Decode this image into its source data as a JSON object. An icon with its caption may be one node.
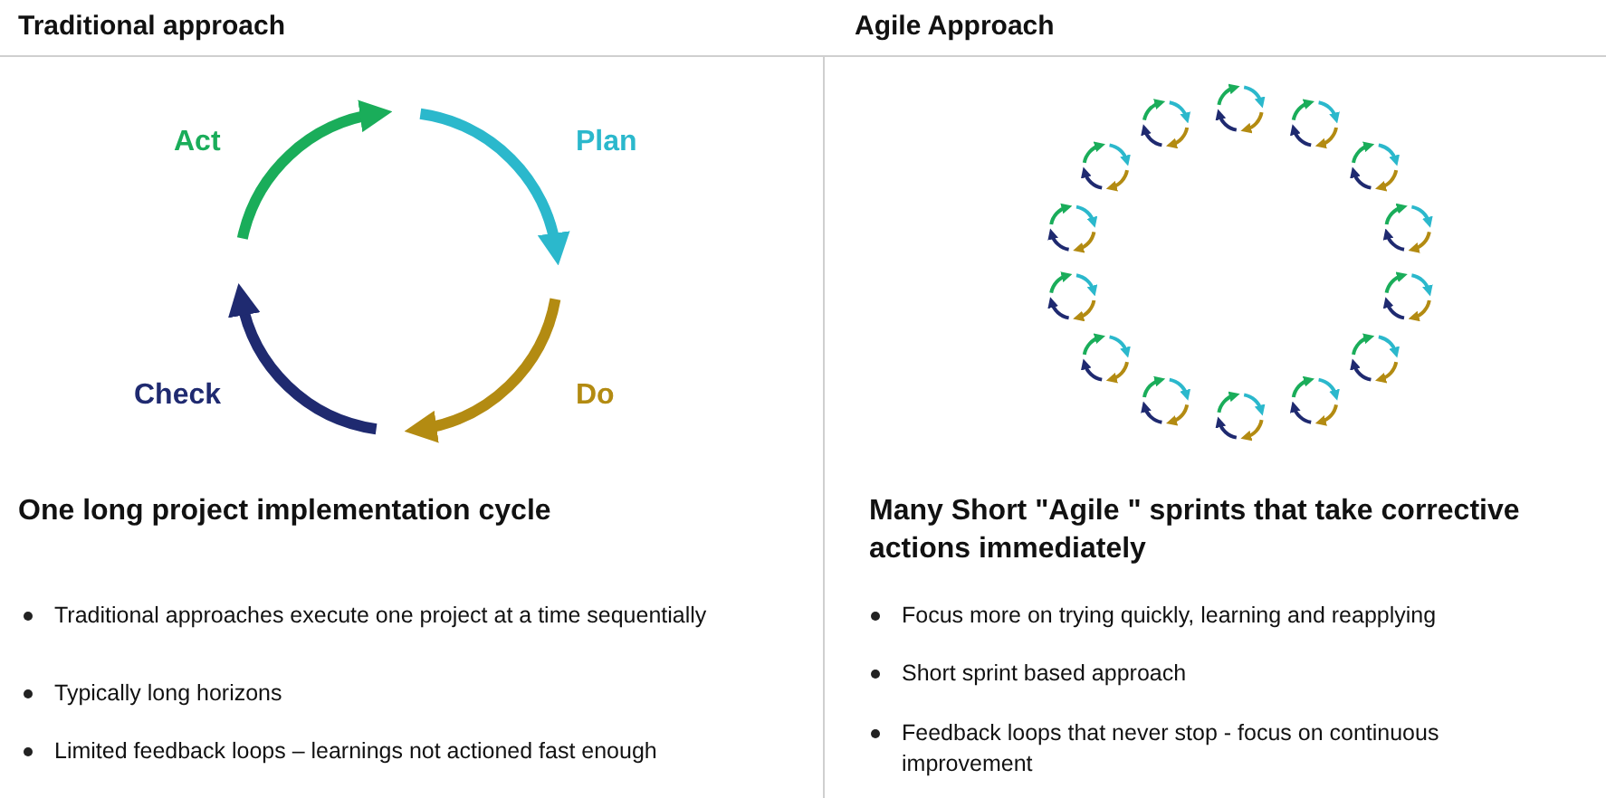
{
  "diagram": {
    "labels": [
      "Traditional approach",
      "Agile Approach",
      "Act",
      "Plan",
      "Check",
      "Do",
      "One long project implementation cycle",
      "Traditional approaches execute one project at a time sequentially",
      "Typically long horizons",
      "Limited feedback loops – learnings not actioned fast enough",
      "Many Short \"Agile \" sprints that take corrective actions immediately",
      "Focus more on trying quickly, learning and reapplying",
      "Short sprint based approach",
      "Feedback loops that never stop - focus on continuous improvement"
    ]
  }
}
